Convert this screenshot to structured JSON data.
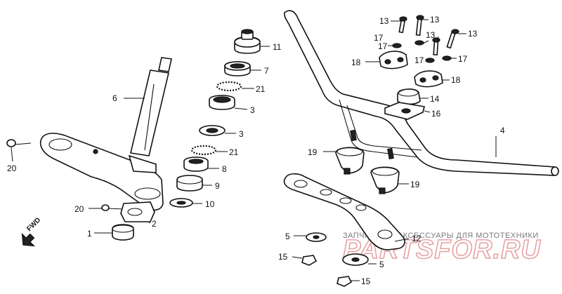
{
  "diagram": {
    "fwd_label": "FWD",
    "watermark": {
      "caption": "ЗАПЧАСТИ И АКСЕССУАРЫ ДЛЯ МОТОТЕХНИКИ",
      "logo": "PARTSFOR.RU"
    },
    "callouts": [
      {
        "id": "c13a",
        "text": "13"
      },
      {
        "id": "c13b",
        "text": "13"
      },
      {
        "id": "c13c",
        "text": "13"
      },
      {
        "id": "c13d",
        "text": "13"
      },
      {
        "id": "c17a",
        "text": "17"
      },
      {
        "id": "c17b",
        "text": "17"
      },
      {
        "id": "c17c",
        "text": "17"
      },
      {
        "id": "c17d",
        "text": "17"
      },
      {
        "id": "c18a",
        "text": "18"
      },
      {
        "id": "c18b",
        "text": "18"
      },
      {
        "id": "c14",
        "text": "14"
      },
      {
        "id": "c16",
        "text": "16"
      },
      {
        "id": "c4",
        "text": "4"
      },
      {
        "id": "c19a",
        "text": "19"
      },
      {
        "id": "c19b",
        "text": "19"
      },
      {
        "id": "c11",
        "text": "11"
      },
      {
        "id": "c7",
        "text": "7"
      },
      {
        "id": "c21a",
        "text": "21"
      },
      {
        "id": "c3a",
        "text": "3"
      },
      {
        "id": "c3b",
        "text": "3"
      },
      {
        "id": "c21b",
        "text": "21"
      },
      {
        "id": "c8",
        "text": "8"
      },
      {
        "id": "c9",
        "text": "9"
      },
      {
        "id": "c10",
        "text": "10"
      },
      {
        "id": "c6",
        "text": "6"
      },
      {
        "id": "c20a",
        "text": "20"
      },
      {
        "id": "c20b",
        "text": "20"
      },
      {
        "id": "c2",
        "text": "2"
      },
      {
        "id": "c1",
        "text": "1"
      },
      {
        "id": "c5a",
        "text": "5"
      },
      {
        "id": "c5b",
        "text": "5"
      },
      {
        "id": "c15a",
        "text": "15"
      },
      {
        "id": "c15b",
        "text": "15"
      },
      {
        "id": "c12",
        "text": "12"
      }
    ]
  }
}
